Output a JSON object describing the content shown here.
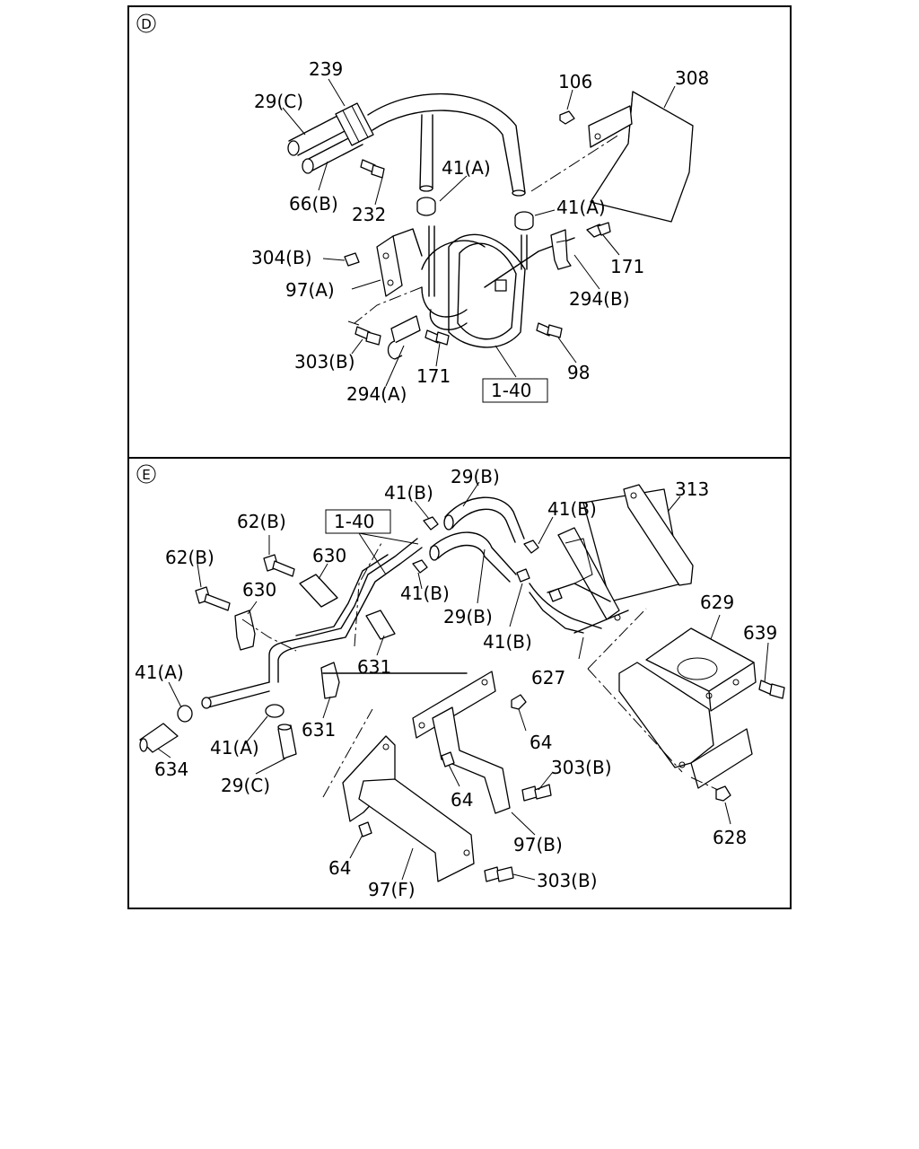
{
  "section_d": {
    "marker": "D",
    "labels": {
      "l239": "239",
      "l29c": "29(C)",
      "l66b": "66(B)",
      "l232": "232",
      "l106": "106",
      "l308": "308",
      "l41a_1": "41(A)",
      "l41a_2": "41(A)",
      "l171_1": "171",
      "l304b": "304(B)",
      "l97a": "97(A)",
      "l294b": "294(B)",
      "l303b": "303(B)",
      "l294a": "294(A)",
      "l171_2": "171",
      "l98": "98",
      "l1_40": "1-40"
    }
  },
  "section_e": {
    "marker": "E",
    "labels": {
      "l313": "313",
      "l29b_1": "29(B)",
      "l41b_1": "41(B)",
      "l41b_2": "41(B)",
      "l1_40": "1-40",
      "l62b_1": "62(B)",
      "l62b_2": "62(B)",
      "l630_1": "630",
      "l630_2": "630",
      "l41b_3": "41(B)",
      "l29b_2": "29(B)",
      "l41b_4": "41(B)",
      "l629": "629",
      "l639": "639",
      "l627": "627",
      "l631_1": "631",
      "l41a_1": "41(A)",
      "l631_2": "631",
      "l64_1": "64",
      "l41a_2": "41(A)",
      "l634": "634",
      "l303b_1": "303(B)",
      "l29c": "29(C)",
      "l64_2": "64",
      "l97b": "97(B)",
      "l628": "628",
      "l64_3": "64",
      "l303b_2": "303(B)",
      "l97f": "97(F)"
    }
  }
}
